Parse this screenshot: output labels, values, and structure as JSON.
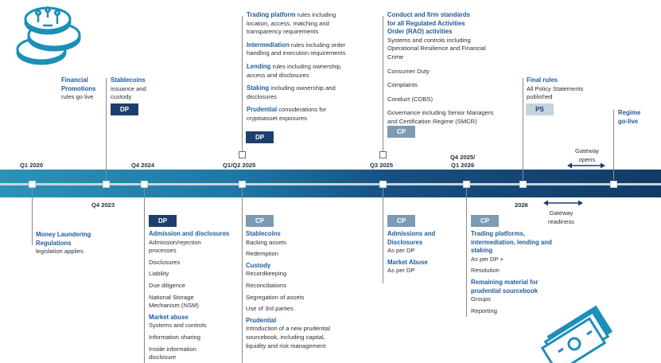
{
  "colors": {
    "band_dark": "#123b66",
    "band_light": "#2b93b8",
    "dp": "#1e3f6d",
    "cp": "#7c9bb3",
    "ps": "#c4d3de",
    "heading": "#1f5a9a",
    "icon": "#1d8fb8"
  },
  "quarters": {
    "q1_2020": "Q1 2020",
    "q4_2023": "Q4 2023",
    "q4_2024": "Q4 2024",
    "q1q2_2025": "Q1/Q2 2025",
    "q3_2025": "Q3 2025",
    "q4_2025_a": "Q4 2025/",
    "q4_2025_b": "Q1 2026",
    "y2026": "2026"
  },
  "gateway_opens": {
    "l1": "Gateway",
    "l2": "opens"
  },
  "gateway_readiness": {
    "l1": "Gateway",
    "l2": "readiness"
  },
  "tags": {
    "dp": "DP",
    "cp": "CP",
    "ps": "PS"
  },
  "top": {
    "financial_promotions": {
      "h1": "Financial",
      "h2": "Promotions",
      "t": "rules go live"
    },
    "stablecoins": {
      "h": "Stablecoins",
      "t1": "issuance and",
      "t2": "custody"
    },
    "trading": {
      "trading_h": "Trading platform",
      "trading_t1": " rules including",
      "trading_t2": "location, access, matching and",
      "trading_t3": "transparency requirements",
      "interm_h": "Intermediation",
      "interm_t1": " rules including order",
      "interm_t2": "handling and execution requirements",
      "lending_h": "Lending",
      "lending_t1": " rules including ownership,",
      "lending_t2": "access and disclosures",
      "staking_h": "Staking",
      "staking_t1": " including ownership and",
      "staking_t2": "disclosures",
      "prud_h": "Prudential",
      "prud_t1": " considerations for",
      "prud_t2": "cryptoasset exposures"
    },
    "conduct": {
      "h1": "Conduct and firm standards",
      "h2": "for all Regulated Activities",
      "h3": "Order (RAO) activities",
      "t1": "Systems and controls including",
      "t2": "Operational Resilience and Financial",
      "t3": "Crime",
      "i1": "Consumer Duty",
      "i2": "Complaints",
      "i3": "Conduct (COBS)",
      "i4a": "Governance including Senior Managers",
      "i4b": "and Certification Regime (SMCR)"
    },
    "final_rules": {
      "h": "Final rules",
      "t1": "All Policy Statements",
      "t2": "published"
    },
    "regime": {
      "h1": "Regime",
      "h2": "go-live"
    }
  },
  "bottom": {
    "aml": {
      "h1": "Money Laundering",
      "h2": "Regulations",
      "t": "legislation applies"
    },
    "admission": {
      "h": "Admission and disclosures",
      "a1": "Admission/rejection",
      "a2": "processes",
      "a3": "Disclosures",
      "a4": "Liability",
      "a5": "Due diligence",
      "a6": "National Storage",
      "a7": "Mechanism (NSM)",
      "mh": "Market abuse",
      "m1": "Systems and controls",
      "m2": "Information sharing",
      "m3": "Inside information",
      "m4": "disclosure"
    },
    "stablecoins": {
      "h": "Stablecoins",
      "s1": "Backing assets",
      "s2": "Redemption",
      "ch": "Custody",
      "c1": "Recordkeeping",
      "c2": "Reconciliations",
      "c3": "Segregation of assets",
      "c4": "Use of 3rd parties",
      "ph": "Prudential",
      "p1": "Introduction of a new prudential",
      "p2": "sourcebook, including capital,",
      "p3": "liquidity and risk management"
    },
    "admissions_disc": {
      "h1": "Admissions and",
      "h2": "Disclosures",
      "t": "As per DP",
      "mh": "Market Abuse",
      "mt": "As per DP"
    },
    "trading_platforms": {
      "h1": "Trading platforms,",
      "h2": "intermediation, lending and",
      "h3": "staking",
      "t1": "As per DP +",
      "t2": "Resolution",
      "rh1": "Remaining material for",
      "rh2": "prudential sourcebook",
      "r1": "Groups",
      "r2": "Reporting"
    }
  }
}
